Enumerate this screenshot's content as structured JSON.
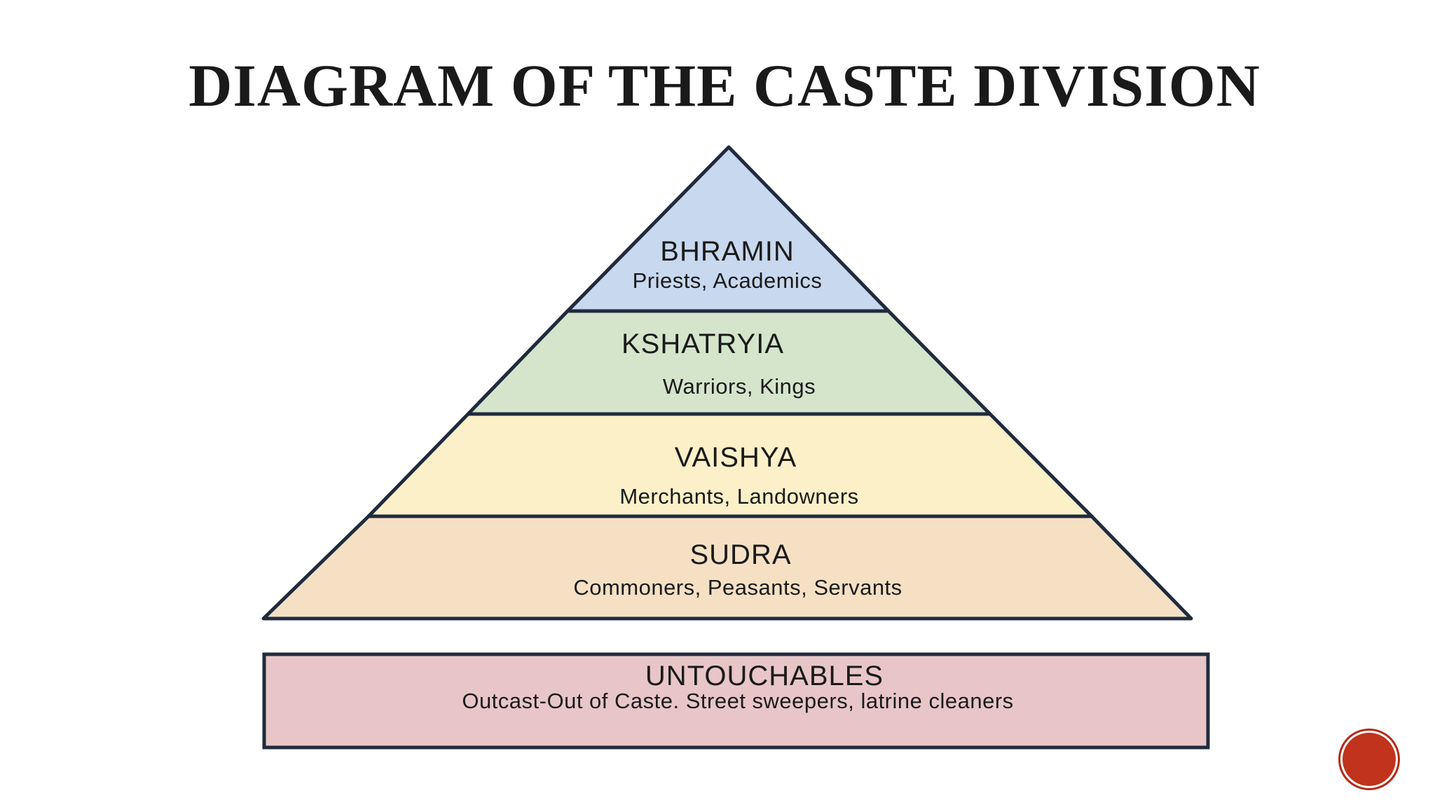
{
  "slide": {
    "title": "DIAGRAM OF THE CASTE DIVISION"
  },
  "pyramid": {
    "tiers": [
      {
        "name": "BHRAMIN",
        "desc": "Priests, Academics",
        "color": "#c8d8ee"
      },
      {
        "name": "KSHATRYIA",
        "desc": "Warriors, Kings",
        "color": "#d4e5cc"
      },
      {
        "name": "VAISHYA",
        "desc": "Merchants, Landowners",
        "color": "#fbf0c8"
      },
      {
        "name": "SUDRA",
        "desc": "Commoners, Peasants, Servants",
        "color": "#f5e0c4"
      }
    ],
    "outline_color": "#1f2b3d"
  },
  "outcast": {
    "name": "UNTOUCHABLES",
    "desc": "Outcast-Out of Caste. Street sweepers, latrine cleaners",
    "color": "#e8c6c8"
  },
  "nav": {
    "button_color": "#c1331c"
  }
}
